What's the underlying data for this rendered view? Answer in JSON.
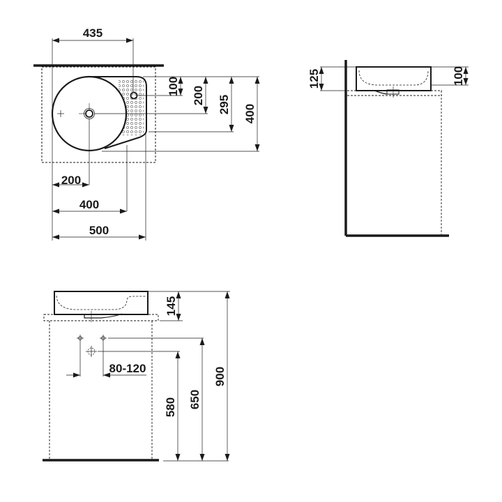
{
  "drawing": {
    "type": "technical-drawing",
    "subject": "corner washbasin dimensions",
    "views": {
      "top": {
        "dimensions": {
          "overall_width_top": "435",
          "tap_hole_from_back": "100",
          "drain_from_back": "200",
          "shelf_depth": "295",
          "overall_depth": "400",
          "drain_from_left": "200",
          "shelf_start_from_left": "400",
          "overall_width": "500"
        }
      },
      "side": {
        "dimensions": {
          "total_height": "125",
          "bowl_height": "100"
        }
      },
      "front": {
        "dimensions": {
          "basin_height": "145",
          "supply_spacing": "80-120",
          "drain_height": "580",
          "supply_height": "650",
          "rim_height": "900"
        }
      }
    }
  }
}
